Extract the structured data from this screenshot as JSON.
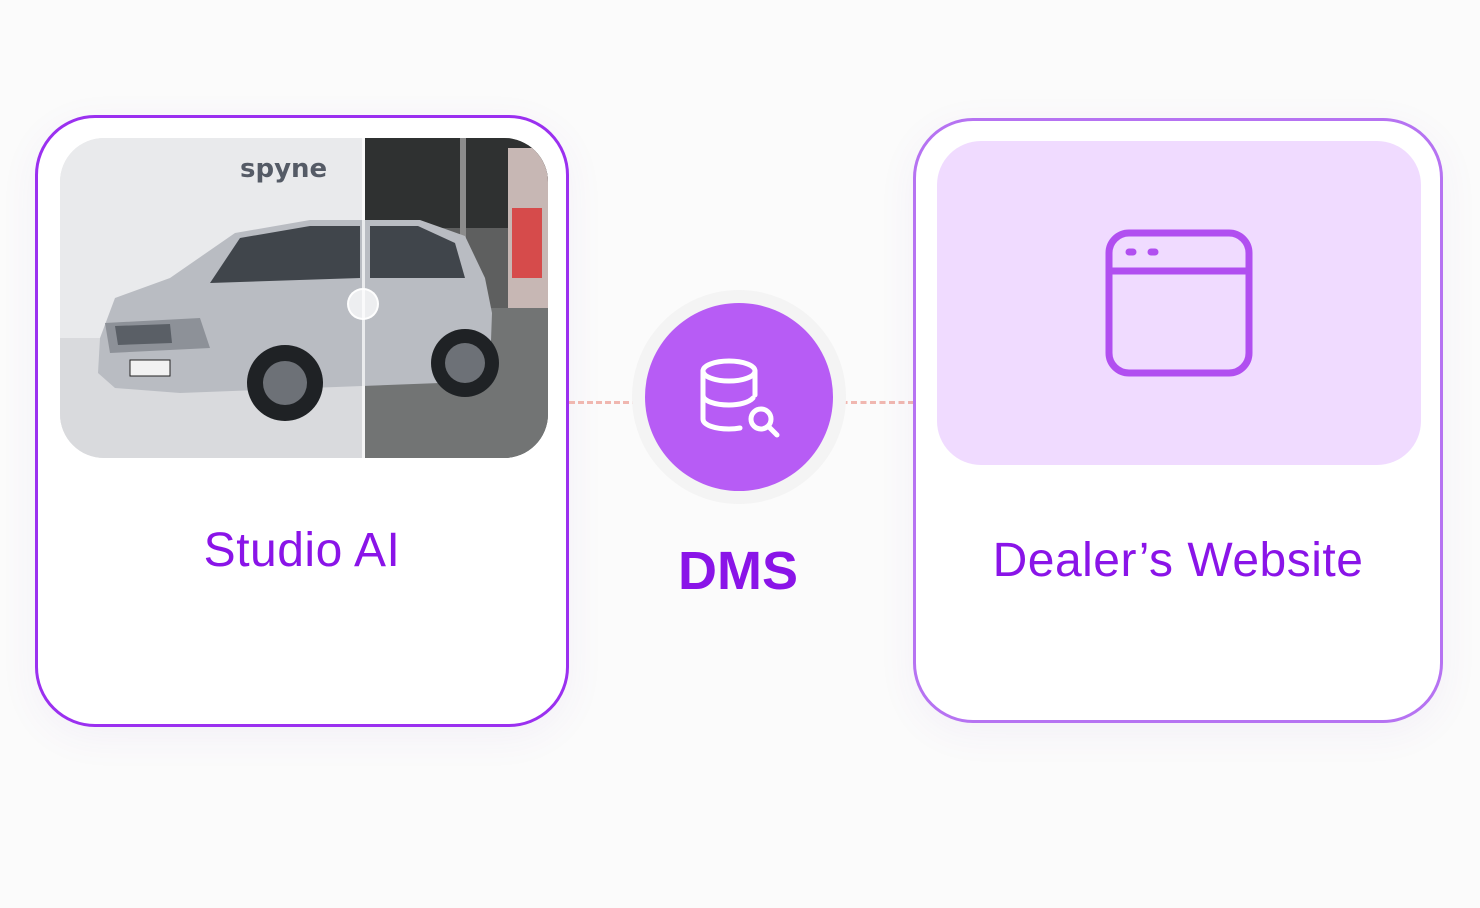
{
  "diagram": {
    "nodes": [
      {
        "id": "studio",
        "label": "Studio AI",
        "logo_text": "spyne"
      },
      {
        "id": "dms",
        "label": "DMS",
        "icon": "database-search-icon"
      },
      {
        "id": "website",
        "label": "Dealer’s Website",
        "icon": "browser-window-icon"
      }
    ],
    "edges": [
      {
        "from": "studio",
        "to": "dms",
        "style": "dashed"
      },
      {
        "from": "dms",
        "to": "website",
        "style": "dashed"
      }
    ]
  },
  "colors": {
    "accent": "#8a14e8",
    "card_border": "#9b30f0",
    "dms_fill": "#b75cf5",
    "panel_fill": "#f0dbff",
    "connector": "#f0b7b0"
  }
}
